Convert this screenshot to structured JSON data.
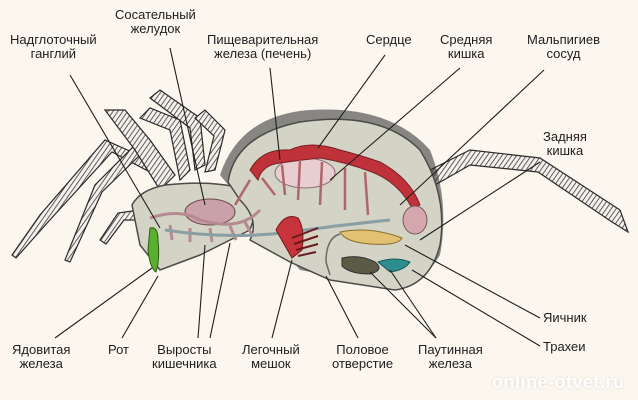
{
  "colors": {
    "background": "#fbf6ee",
    "body_fill": "#d3d3c6",
    "body_outline": "#4a4a48",
    "digestive_gland": "#c0323a",
    "stomach": "#caa1a8",
    "heart": "#e8cdd1",
    "venom_gland": "#58b12e",
    "lung": "#c7343b",
    "ovary": "#e3c172",
    "silk_gland": "#2d8d8f",
    "tracheae": "#5a5a45",
    "leader_line": "#1e1e1e"
  },
  "labels": {
    "top": [
      {
        "id": "supraesophageal-ganglion",
        "lines": [
          "Надглоточный",
          "ганглий"
        ]
      },
      {
        "id": "sucking-stomach",
        "lines": [
          "Сосательный",
          "желудок"
        ]
      },
      {
        "id": "digestive-gland",
        "lines": [
          "Пищеварительная",
          "железа (печень)"
        ]
      },
      {
        "id": "heart",
        "lines": [
          "Сердце"
        ]
      },
      {
        "id": "midgut",
        "lines": [
          "Средняя",
          "кишка"
        ]
      },
      {
        "id": "malpighian-vessel",
        "lines": [
          "Мальпигиев",
          "сосуд"
        ]
      }
    ],
    "right": [
      {
        "id": "hindgut",
        "lines": [
          "Задняя",
          "кишка"
        ]
      },
      {
        "id": "ovary",
        "lines": [
          "Яичник"
        ]
      },
      {
        "id": "tracheae",
        "lines": [
          "Трахеи"
        ]
      }
    ],
    "bottom": [
      {
        "id": "venom-gland",
        "lines": [
          "Ядовитая",
          "железа"
        ]
      },
      {
        "id": "mouth",
        "lines": [
          "Рот"
        ]
      },
      {
        "id": "gut-outgrowths",
        "lines": [
          "Выросты",
          "кишечника"
        ]
      },
      {
        "id": "lung-sac",
        "lines": [
          "Легочный",
          "мешок"
        ]
      },
      {
        "id": "genital-opening",
        "lines": [
          "Половое",
          "отверстие"
        ]
      },
      {
        "id": "silk-gland",
        "lines": [
          "Паутинная",
          "железа"
        ]
      }
    ]
  },
  "watermark": "online-otvet.ru"
}
